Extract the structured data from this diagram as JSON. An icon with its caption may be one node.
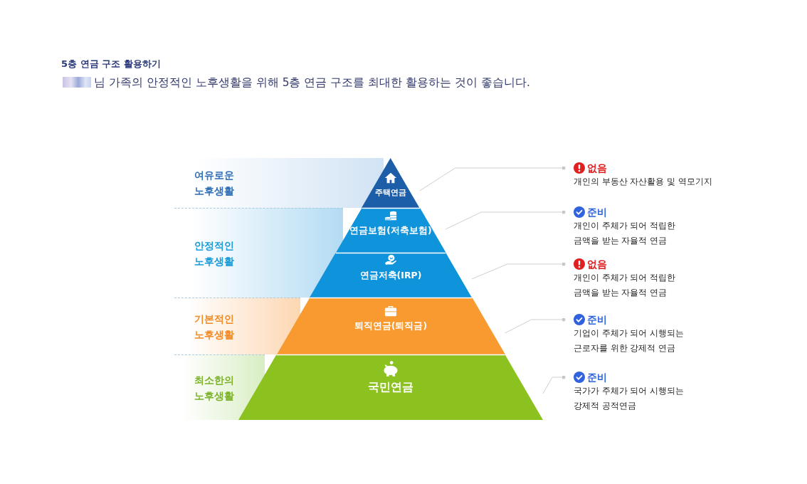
{
  "diagram": {
    "title": "5층 연금 구조 활용하기",
    "nodes": [
      {
        "text": [
          "여유로운 노후생활"
        ]
      },
      {
        "text": [
          "안정적인 노후생활"
        ]
      },
      {
        "text": [
          "기본적인 노후생활"
        ]
      },
      {
        "text": [
          "최소한의 노후생활"
        ]
      },
      {
        "text": [
          "주택연금"
        ]
      },
      {
        "text": [
          "연금보험(저축보험)"
        ]
      },
      {
        "text": [
          "연금저축(IRP)"
        ]
      },
      {
        "text": [
          "퇴직연금(퇴직금)"
        ]
      },
      {
        "text": [
          "국민연금"
        ]
      },
      {
        "text": [
          "없음",
          "개인의 부동산 자산활용 및 역모기지"
        ]
      },
      {
        "text": [
          "준비",
          "개인이 주체가 되어 적립한 금액을 받는 자율적 연금"
        ]
      },
      {
        "text": [
          "없음",
          "개인이 주체가 되어 적립한 금액을 받는 자율적 연금"
        ]
      },
      {
        "text": [
          "준비",
          "기업이 주체가 되어 시행되는 근로자를 위한 강제적 연금"
        ]
      },
      {
        "text": [
          "준비",
          "국가가 주체가 되어 시행되는 강제적 공적연금"
        ]
      }
    ],
    "edges": [
      {
        "from": 4,
        "to": 9,
        "arrow": "other"
      },
      {
        "from": 5,
        "to": 10,
        "arrow": "other"
      },
      {
        "from": 6,
        "to": 11,
        "arrow": "other"
      },
      {
        "from": 7,
        "to": 12,
        "arrow": "other"
      },
      {
        "from": 8,
        "to": 13,
        "arrow": "other"
      }
    ],
    "labels": [
      "님 가족의 안정적인 노후생활을 위해 5층 연금 구조를 최대한 활용하는 것이 좋습니다."
    ]
  }
}
